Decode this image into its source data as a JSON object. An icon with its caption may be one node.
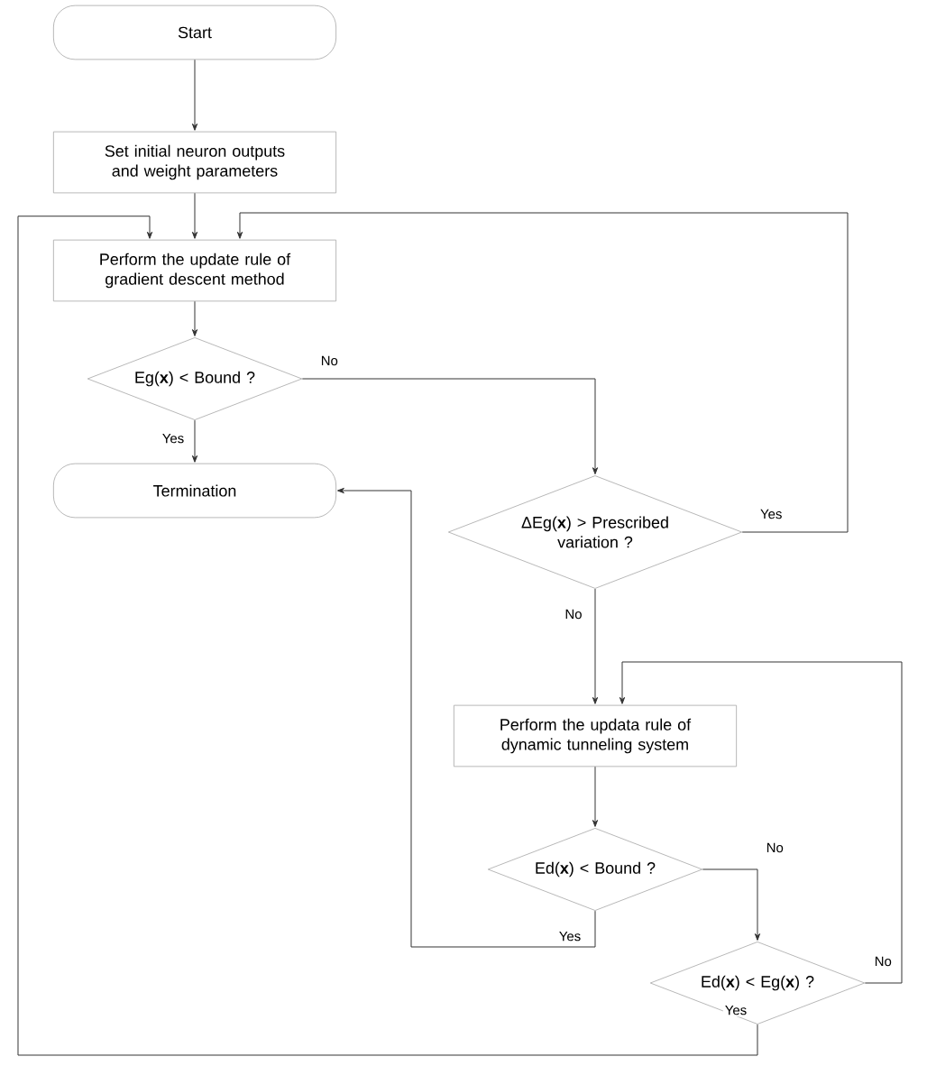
{
  "diagram": {
    "nodes": [
      {
        "text": [
          "Start"
        ]
      },
      {
        "text": [
          "Set initial neuron outputs and weight parameters"
        ]
      },
      {
        "text": [
          "Perform the update rule of gradient descent method"
        ]
      },
      {
        "text": [
          "Eg(**x**) < Bound ?"
        ]
      },
      {
        "text": [
          "Termination"
        ]
      },
      {
        "text": [
          "ΔEg(**x**) > Prescribed variation ?"
        ]
      },
      {
        "text": [
          "Perform the updata rule of dynamic tunneling system"
        ]
      },
      {
        "text": [
          "Ed(**x**) < Bound ?"
        ]
      },
      {
        "text": [
          "Ed(**x**) < Eg(**x**) ?"
        ]
      }
    ],
    "edges": [
      {
        "from": 0,
        "to": 1,
        "arrow": "to"
      },
      {
        "from": 1,
        "to": 2,
        "arrow": "to"
      },
      {
        "from": 2,
        "to": 3,
        "arrow": "to"
      },
      {
        "from": 3,
        "to": 4,
        "arrow": "to",
        "label": "Yes"
      },
      {
        "from": 3,
        "to": 5,
        "arrow": "to",
        "label": "No"
      },
      {
        "from": 5,
        "to": 2,
        "arrow": "to",
        "label": "Yes"
      },
      {
        "from": 5,
        "to": 6,
        "arrow": "to",
        "label": "No"
      },
      {
        "from": 6,
        "to": 7,
        "arrow": "to"
      },
      {
        "from": 7,
        "to": 4,
        "arrow": "to",
        "label": "Yes"
      },
      {
        "from": 7,
        "to": 8,
        "arrow": "to",
        "label": "No"
      },
      {
        "from": 8,
        "to": 6,
        "arrow": "to",
        "label": "No"
      },
      {
        "from": 8,
        "to": 2,
        "arrow": "to",
        "label": "Yes"
      }
    ]
  }
}
